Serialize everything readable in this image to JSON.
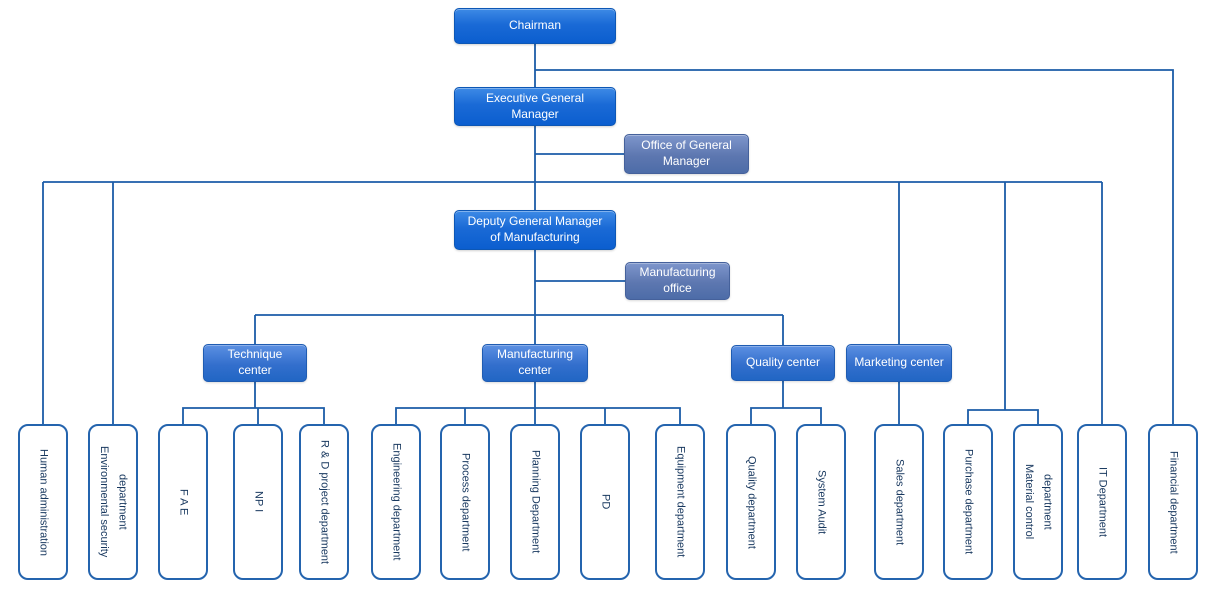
{
  "title": "Organization chart",
  "colors": {
    "primary_node_blue": "#1463cf",
    "office_node_blue": "#5d77b0",
    "center_node_blue": "#2e6fcb",
    "connector_line": "#1b5ca8",
    "department_border": "#2464ae",
    "department_text": "#17375e",
    "node_text": "#ffffff"
  },
  "nodes": {
    "chairman": {
      "label": "Chairman"
    },
    "executive_gm": {
      "label": "Executive General Manager"
    },
    "office_gm": {
      "label": "Office of General Manager"
    },
    "deputy_gm": {
      "label": "Deputy General Manager of Manufacturing"
    },
    "manufacturing_office": {
      "label": "Manufacturing office"
    },
    "technique_center": {
      "label": "Technique center"
    },
    "manufacturing_center": {
      "label": "Manufacturing center"
    },
    "quality_center": {
      "label": "Quality center"
    },
    "marketing_center": {
      "label": "Marketing center"
    },
    "departments": [
      {
        "label": "Human administration"
      },
      {
        "label": "Environmental security department"
      },
      {
        "label": "F A E"
      },
      {
        "label": "NP I"
      },
      {
        "label": "R & D project department"
      },
      {
        "label": "Engineering department"
      },
      {
        "label": "Process department"
      },
      {
        "label": "Planning Department"
      },
      {
        "label": "PD"
      },
      {
        "label": "Equipment department"
      },
      {
        "label": "Quality department"
      },
      {
        "label": "System Audit"
      },
      {
        "label": "Sales department"
      },
      {
        "label": "Purchase department"
      },
      {
        "label": "Material control department"
      },
      {
        "label": "IT Department"
      },
      {
        "label": "Financial department"
      }
    ]
  }
}
